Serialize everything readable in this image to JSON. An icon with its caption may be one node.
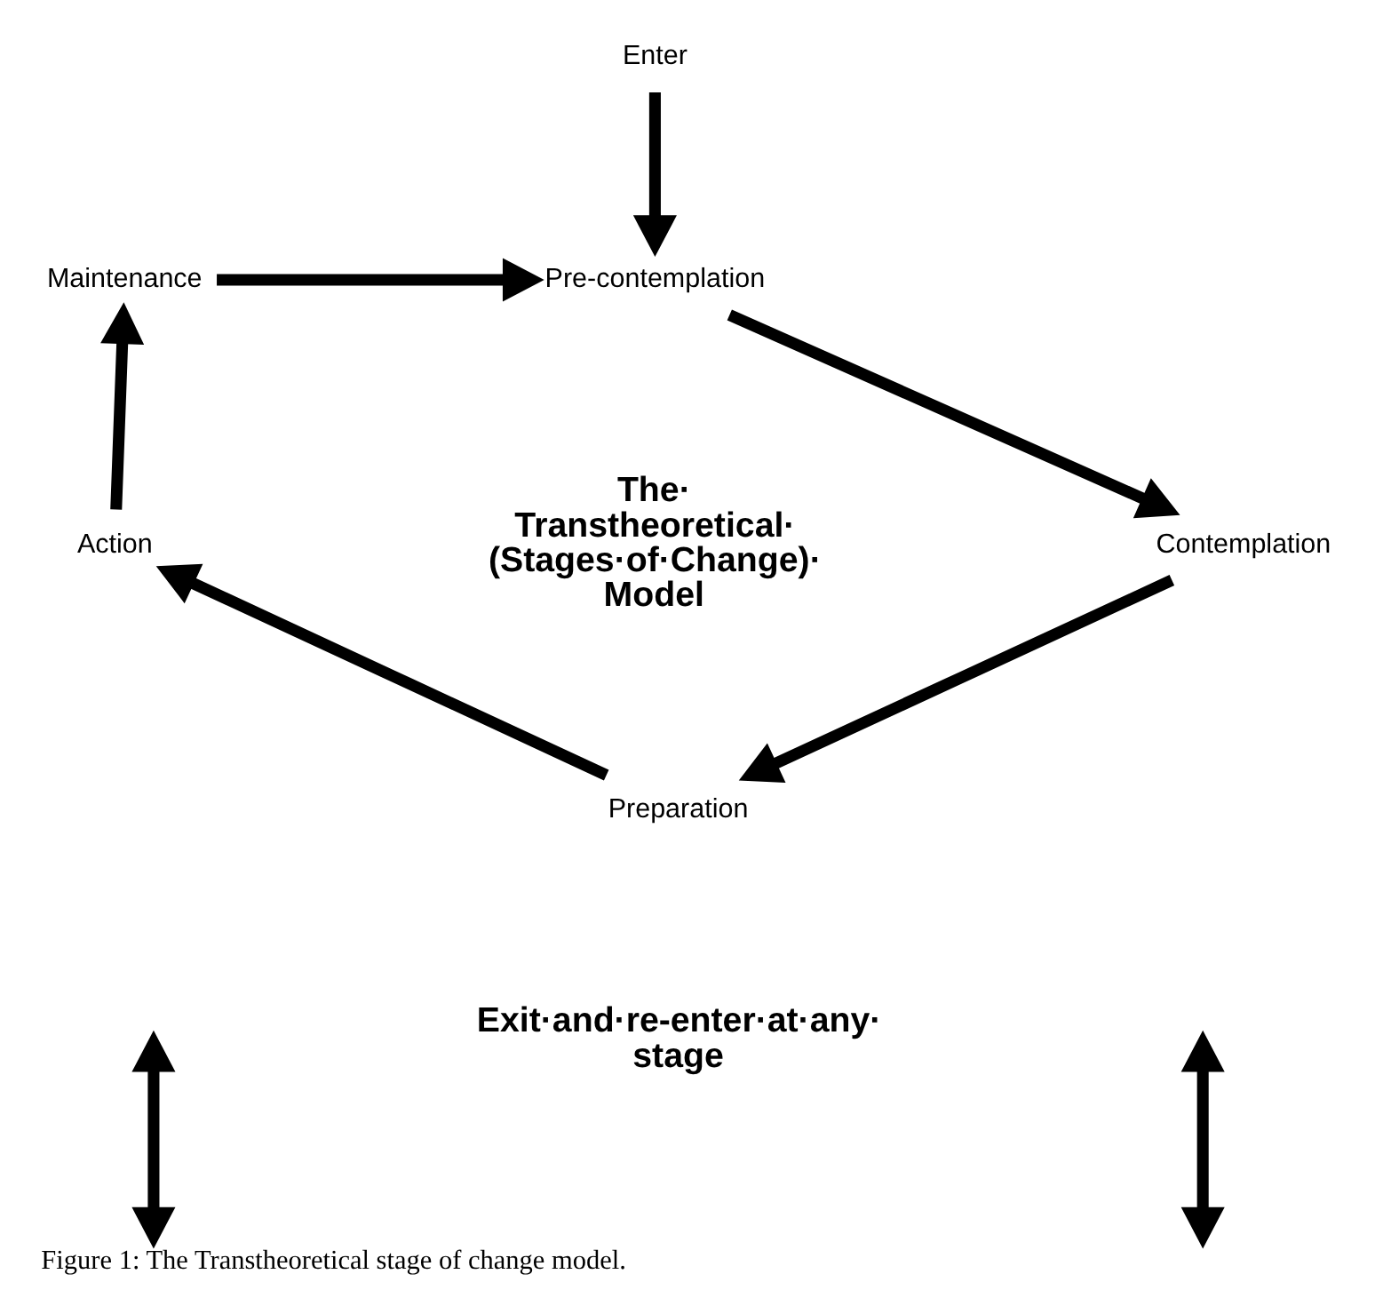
{
  "diagram": {
    "caption": "Figure 1: The Transtheoretical stage of change model.",
    "nodes": [
      {
        "text": [
          "Maintenance"
        ]
      },
      {
        "text": [
          "Pre-contemplation"
        ]
      },
      {
        "text": [
          "Contemplation"
        ]
      },
      {
        "text": [
          "Preparation"
        ]
      },
      {
        "text": [
          "Action"
        ]
      },
      {
        "text": [
          "Enter"
        ]
      }
    ],
    "edges": [
      {
        "from": 0,
        "to": 1,
        "arrow": "to"
      },
      {
        "from": 1,
        "to": 2,
        "arrow": "to"
      },
      {
        "from": 2,
        "to": 3,
        "arrow": "to"
      },
      {
        "from": 3,
        "to": 4,
        "arrow": "to"
      },
      {
        "from": 4,
        "to": 0,
        "arrow": "to"
      },
      {
        "from": 5,
        "to": 1,
        "arrow": "to"
      }
    ],
    "labels": [
      "The· Transtheoretical· (Stages·of·Change)· Model",
      "Exit·and·re-enter·at·any· stage"
    ]
  }
}
